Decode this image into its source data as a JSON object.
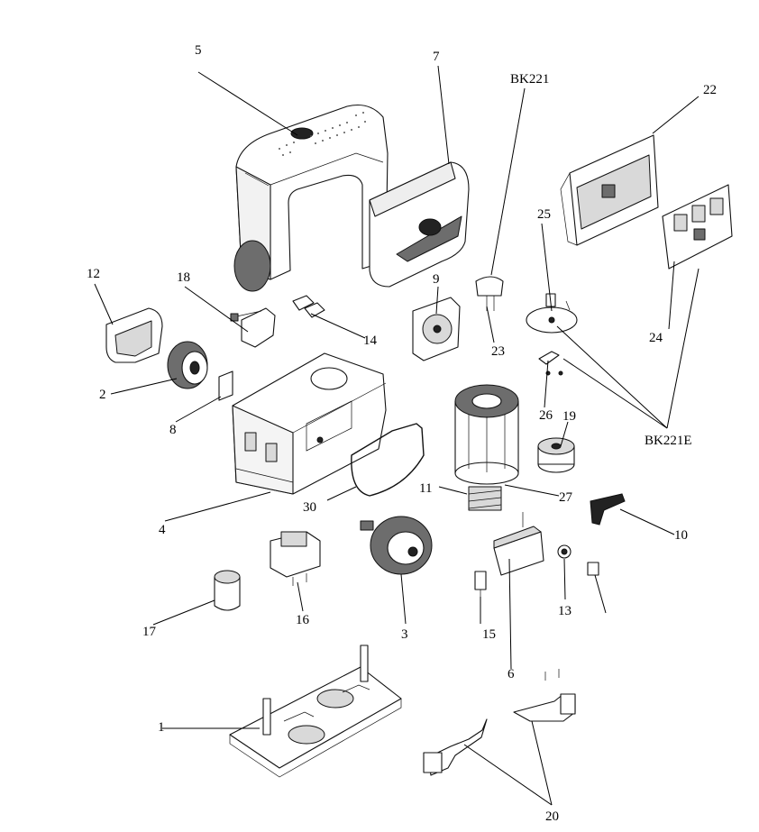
{
  "diagram": {
    "type": "exploded-parts-view",
    "callouts": {
      "c1": "1",
      "c2": "2",
      "c3": "3",
      "c4": "4",
      "c5": "5",
      "c6": "6",
      "c7": "7",
      "c8": "8",
      "c9": "9",
      "c10": "10",
      "c11": "11",
      "c12": "12",
      "c13": "13",
      "c14": "14",
      "c15": "15",
      "c16": "16",
      "c17": "17",
      "c18": "18",
      "c19": "19",
      "c20": "20",
      "c22": "22",
      "c23": "23",
      "c24": "24",
      "c25": "25",
      "c26": "26",
      "c27": "27",
      "c30": "30",
      "bk221": "BK221",
      "bk221e": "BK221E"
    }
  }
}
